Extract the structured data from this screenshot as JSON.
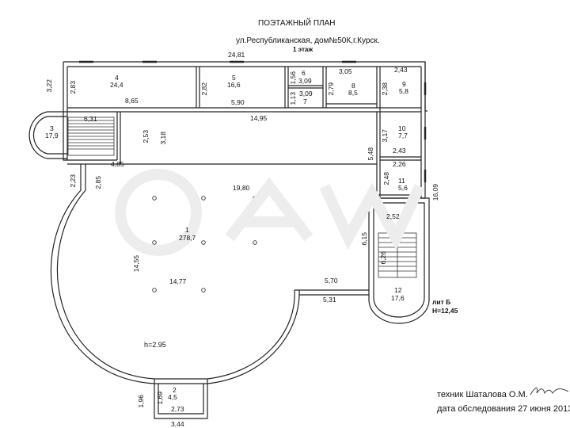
{
  "header": {
    "title": "ПОЭТАЖНЫЙ ПЛАН",
    "address": "ул.Республиканская, дом№50К,г.Курск.",
    "floor": "1 этаж"
  },
  "rooms": {
    "r1": {
      "num": "1",
      "area": "278,7"
    },
    "r2": {
      "num": "2",
      "area": "4,5"
    },
    "r3": {
      "num": "3",
      "area": "17,9"
    },
    "r4": {
      "num": "4",
      "area": "24,4"
    },
    "r5": {
      "num": "5",
      "area": "16,6"
    },
    "r6": {
      "num": "6",
      "area": "3,09"
    },
    "r7": {
      "num": "7",
      "area": "3,09"
    },
    "r8": {
      "num": "8",
      "area": "8,5"
    },
    "r9": {
      "num": "9",
      "area": "5,8"
    },
    "r10": {
      "num": "10",
      "area": "7,7"
    },
    "r11": {
      "num": "11",
      "area": "5,6"
    },
    "r12": {
      "num": "12",
      "area": "17,6"
    }
  },
  "dims": {
    "d_24_81": "24,81",
    "d_3_22": "3,22",
    "d_2_83": "2,83",
    "d_8_65": "8,65",
    "d_2_82": "2,82",
    "d_5_90": "5,90",
    "d_1_56": "1,56",
    "d_1_13": "1,13",
    "d_3_05": "3,05",
    "d_2_79": "2,79",
    "d_2_43a": "2,43",
    "d_2_38": "2,38",
    "d_14_95": "14,95",
    "d_6_31": "6,31",
    "d_2_53": "2,53",
    "d_3_18": "3,18",
    "d_3_17": "3,17",
    "d_2_43b": "2,43",
    "d_5_48": "5,48",
    "d_2_26": "2,26",
    "d_2_48": "2,48",
    "d_4_85": "4,85",
    "d_2_23": "2,23",
    "d_2_85": "2,85",
    "d_19_80": "19,80",
    "d_16_09": "16,09",
    "d_2_52": "2,52",
    "d_6_15": "6,15",
    "d_6_26": "6,26",
    "d_14_55": "14,55",
    "d_14_77": "14,77",
    "d_5_70": "5,70",
    "d_5_31": "5,31",
    "d_1_96": "1,96",
    "d_1_69": "1,69",
    "d_2_73": "2,73",
    "d_3_44": "3,44"
  },
  "notes": {
    "height": "h=2.95",
    "lit": "лит Б",
    "h_total": "Н=12,45",
    "technician": "техник Шаталова О.М.",
    "survey_date": "дата обследования  27 июня 2013г"
  }
}
